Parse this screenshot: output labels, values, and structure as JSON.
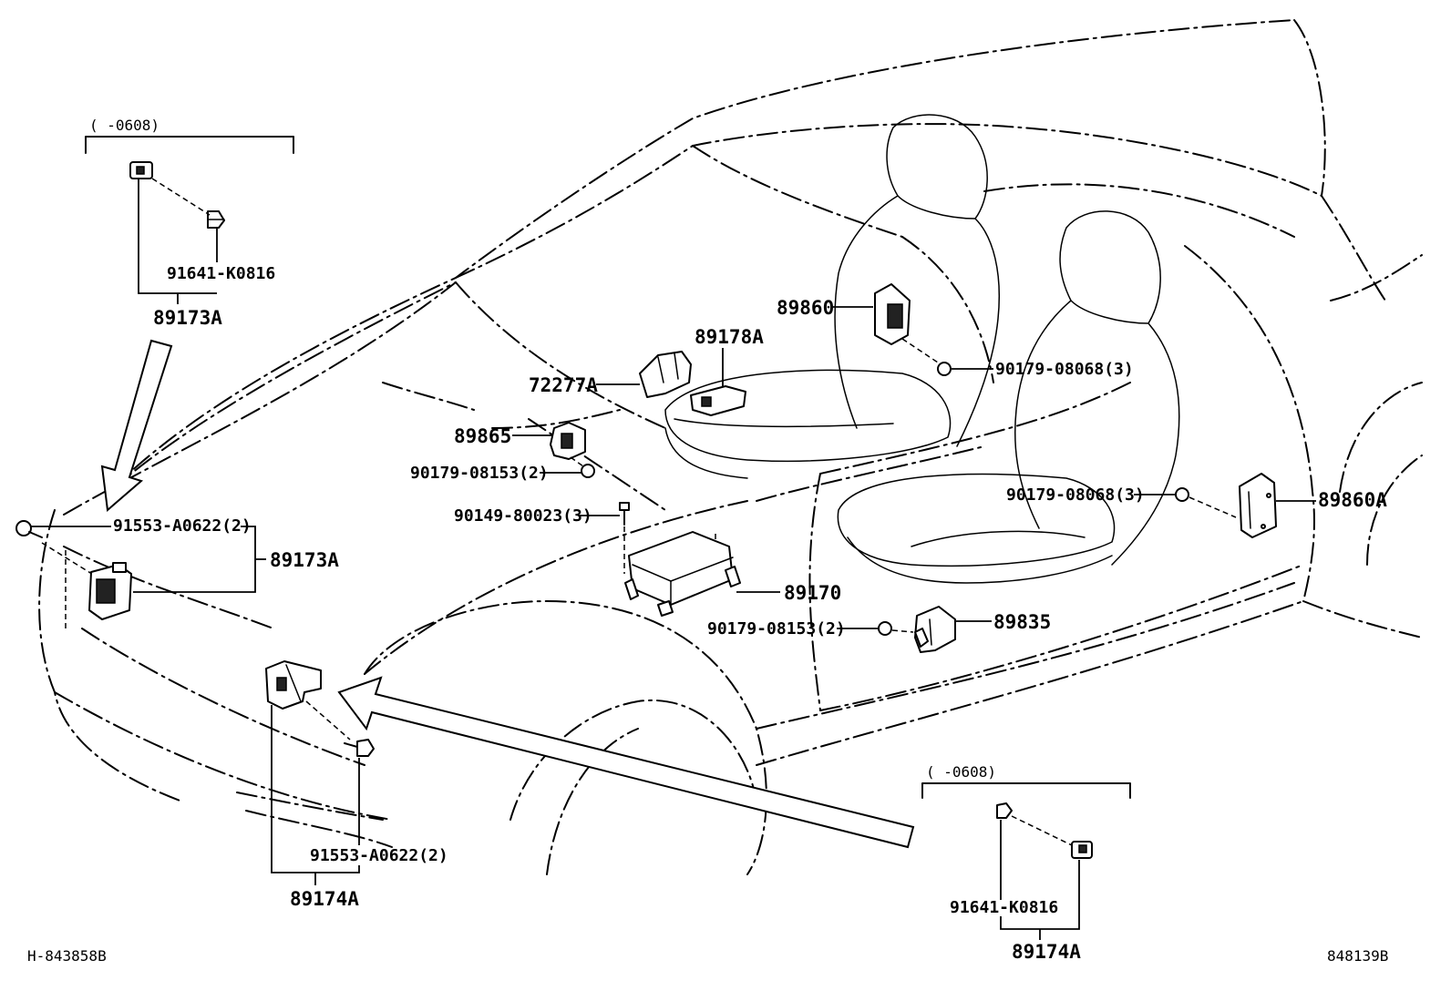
{
  "labels": {
    "range_top_left": "(     -0608)",
    "range_bottom_right": "(     -0608)",
    "p_91641_top": "91641-K0816",
    "p_89173A_top": "89173A",
    "p_91553_left": "91553-A0622(2)",
    "p_89173A_left": "89173A",
    "p_89860": "89860",
    "p_89178A": "89178A",
    "p_72277A": "72277A",
    "p_90179_08068_upper": "90179-08068(3)",
    "p_89865": "89865",
    "p_90179_08153_upper": "90179-08153(2)",
    "p_90149_80023": "90149-80023(3)",
    "p_90179_08068_lower": "90179-08068(3)",
    "p_89860A": "89860A",
    "p_89170": "89170",
    "p_90179_08153_lower": "90179-08153(2)",
    "p_89835": "89835",
    "p_91553_bottom": "91553-A0622(2)",
    "p_89174A_bottom": "89174A",
    "p_91641_bottom": "91641-K0816",
    "p_89174A_right": "89174A",
    "code_left": "H-843858B",
    "code_right": "848139B"
  }
}
